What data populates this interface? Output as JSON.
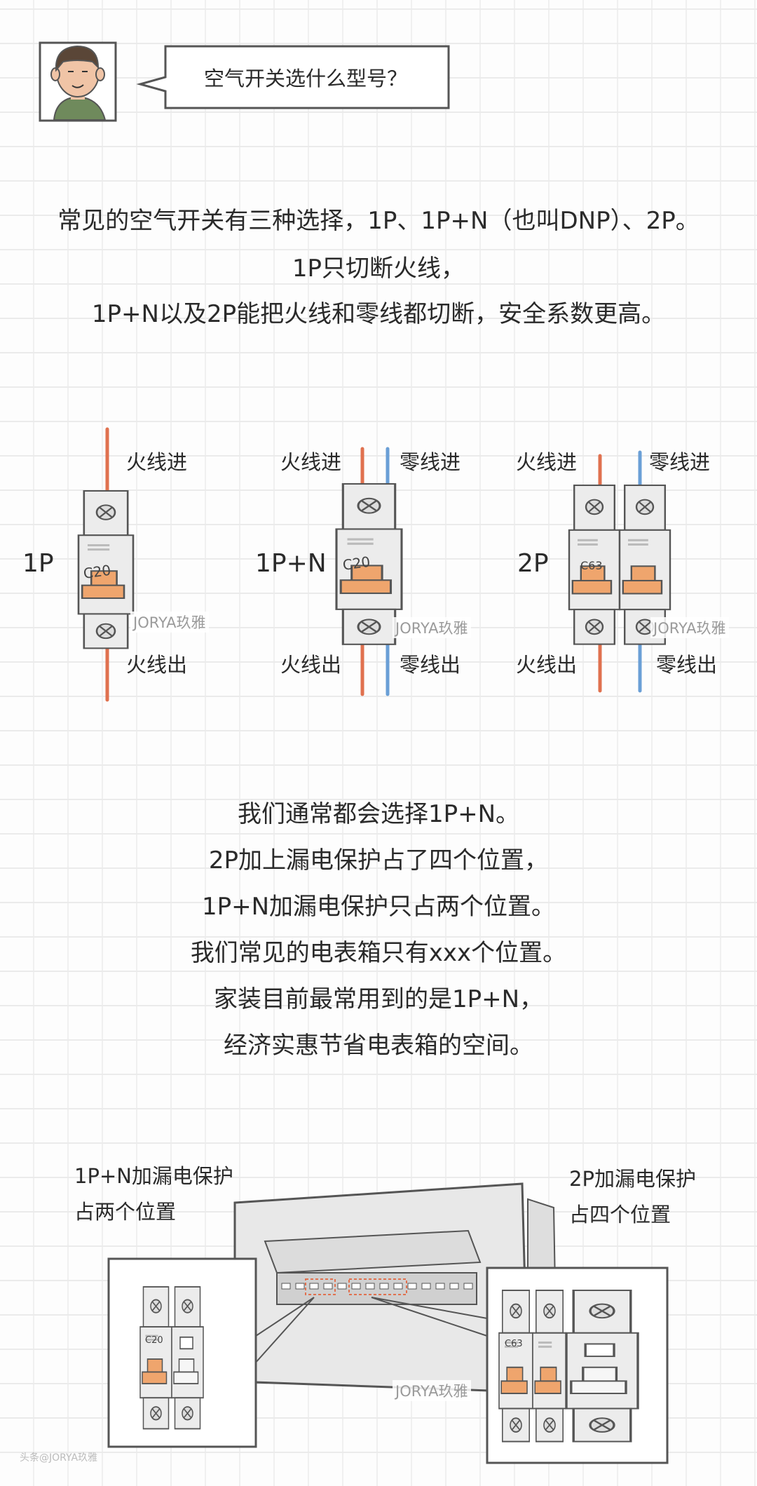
{
  "question": "空气开关选什么型号？",
  "intro": [
    "常见的空气开关有三种选择，1P、1P+N（也叫DNP）、2P。",
    "1P只切断火线，",
    "1P+N以及2P能把火线和零线都切断，安全系数更高。"
  ],
  "diagram": {
    "types": [
      {
        "label": "1P",
        "live_in": "火线进",
        "live_out": "火线出",
        "rating": "C20"
      },
      {
        "label": "1P+N",
        "live_in": "火线进",
        "neutral_in": "零线进",
        "live_out": "火线出",
        "neutral_out": "零线出",
        "rating": "C20"
      },
      {
        "label": "2P",
        "live_in": "火线进",
        "neutral_in": "零线进",
        "live_out": "火线出",
        "neutral_out": "零线出",
        "rating": "C63"
      }
    ]
  },
  "watermark": "JORYA玖雅",
  "summary": [
    "我们通常都会选择1P+N。",
    "2P加上漏电保护占了四个位置，",
    "1P+N加漏电保护只占两个位置。",
    "我们常见的电表箱只有xxx个位置。",
    "家装目前最常用到的是1P+N，",
    "经济实惠节省电表箱的空间。"
  ],
  "comparison": {
    "left": {
      "title": "1P+N加漏电保护",
      "subtitle": "占两个位置",
      "rating": "C20"
    },
    "right": {
      "title": "2P加漏电保护",
      "subtitle": "占四个位置",
      "rating": "C63"
    }
  },
  "footer": "头条@JORYA玖雅",
  "colors": {
    "live_wire": "#e0714f",
    "neutral_wire": "#6a9fd6",
    "handle": "#efa56d",
    "body": "#ececec",
    "outline": "#555555",
    "avatar_shirt": "#6f8a5c"
  }
}
